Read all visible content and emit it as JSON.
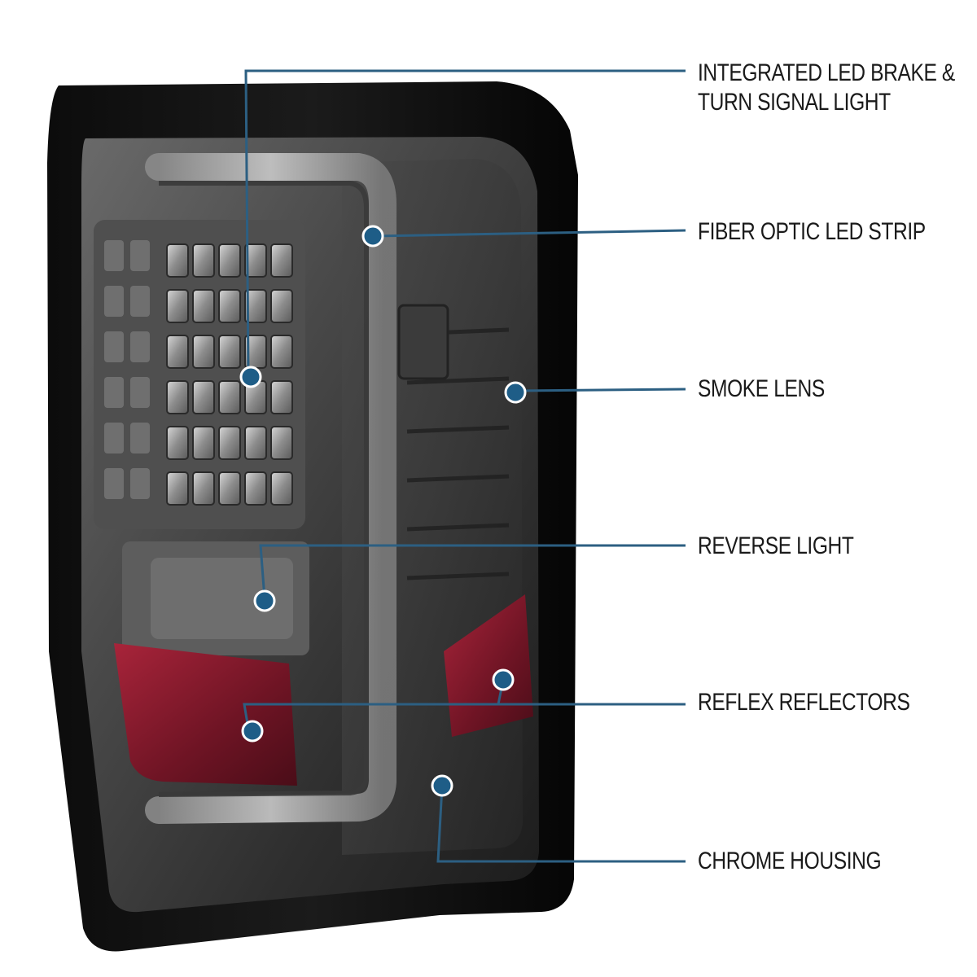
{
  "product": {
    "name": "LED tail light",
    "lens": "smoke"
  },
  "colors": {
    "callout_line": "#2c5f82",
    "callout_dot": "#1e5d87",
    "label_text": "#1a1a1a"
  },
  "callouts": [
    {
      "id": "led-brake-turn",
      "lines": [
        "INTEGRATED LED BRAKE &",
        "TURN SIGNAL LIGHT"
      ]
    },
    {
      "id": "fiber-optic-strip",
      "lines": [
        "FIBER OPTIC LED STRIP"
      ]
    },
    {
      "id": "smoke-lens",
      "lines": [
        "SMOKE LENS"
      ]
    },
    {
      "id": "reverse-light",
      "lines": [
        "REVERSE LIGHT"
      ]
    },
    {
      "id": "reflex-reflectors",
      "lines": [
        "REFLEX REFLECTORS"
      ]
    },
    {
      "id": "chrome-housing",
      "lines": [
        "CHROME HOUSING"
      ]
    }
  ]
}
